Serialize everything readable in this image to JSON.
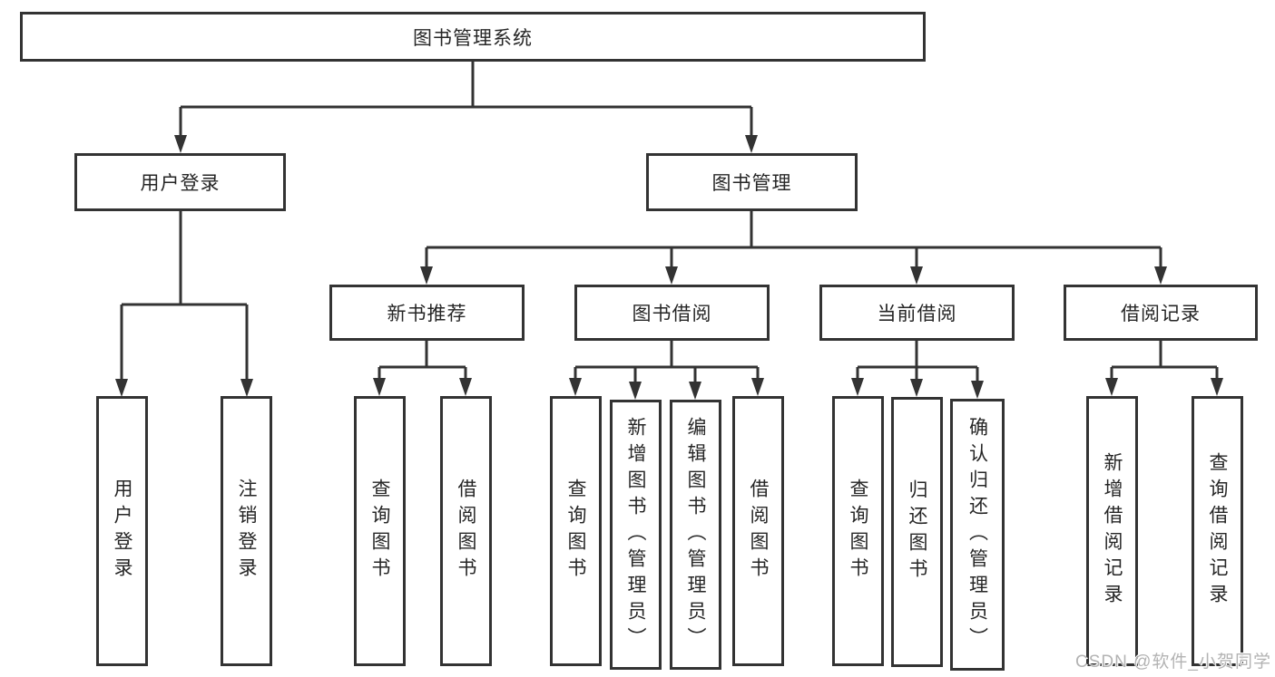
{
  "diagram": {
    "root": "图书管理系统",
    "user_branch": {
      "label": "用户登录",
      "children": [
        "用户登录",
        "注销登录"
      ]
    },
    "book_branch": {
      "label": "图书管理",
      "modules": [
        {
          "label": "新书推荐",
          "children": [
            "查询图书",
            "借阅图书"
          ]
        },
        {
          "label": "图书借阅",
          "children": [
            "查询图书",
            "新增图书（管理员）",
            "编辑图书（管理员）",
            "借阅图书"
          ]
        },
        {
          "label": "当前借阅",
          "children": [
            "查询图书",
            "归还图书",
            "确认归还（管理员）"
          ]
        },
        {
          "label": "借阅记录",
          "children": [
            "新增借阅记录",
            "查询借阅记录"
          ]
        }
      ]
    }
  },
  "watermark": "CSDN @软件_小贺同学",
  "colors": {
    "line": "#333333",
    "text": "#262626",
    "background": "#ffffff",
    "watermark": "#b3b3b3"
  }
}
